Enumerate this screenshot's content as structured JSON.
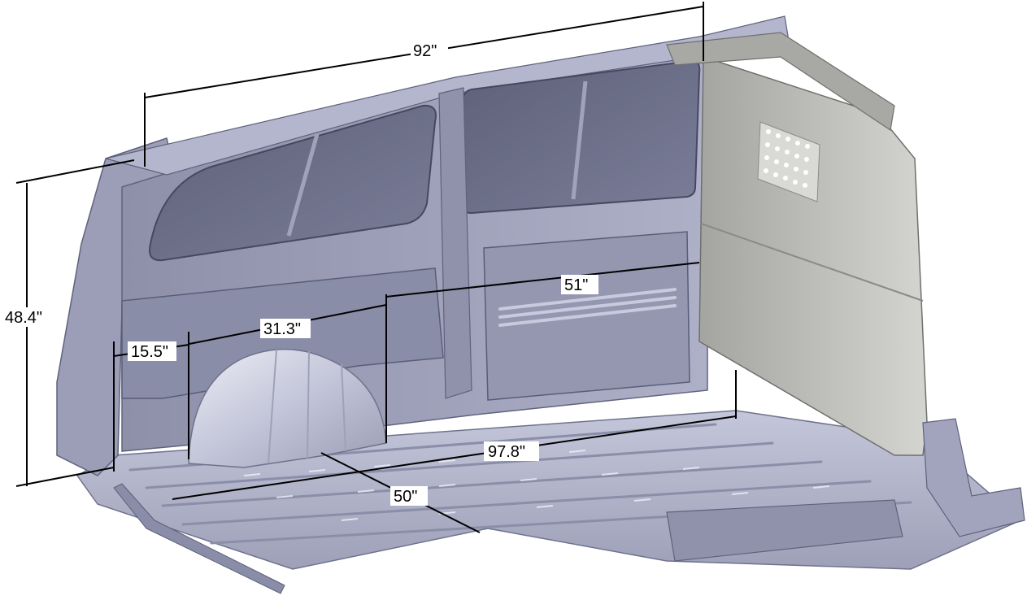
{
  "dimensions": {
    "overall_length_top": "92\"",
    "interior_height": "48.4\"",
    "door_opening_width": "51\"",
    "between_wheel_wells_offset": "31.3\"",
    "rear_to_wheel_well": "15.5\"",
    "floor_length": "97.8\"",
    "floor_width": "50\""
  },
  "colors": {
    "body_metal": "#a9abc4",
    "body_dark": "#7d8099",
    "window_glass": "#6e7189",
    "partition": "#b9b9b7",
    "partition_dark": "#9c9c99",
    "floor": "#b3b5cc",
    "dimension_line": "#000000"
  }
}
